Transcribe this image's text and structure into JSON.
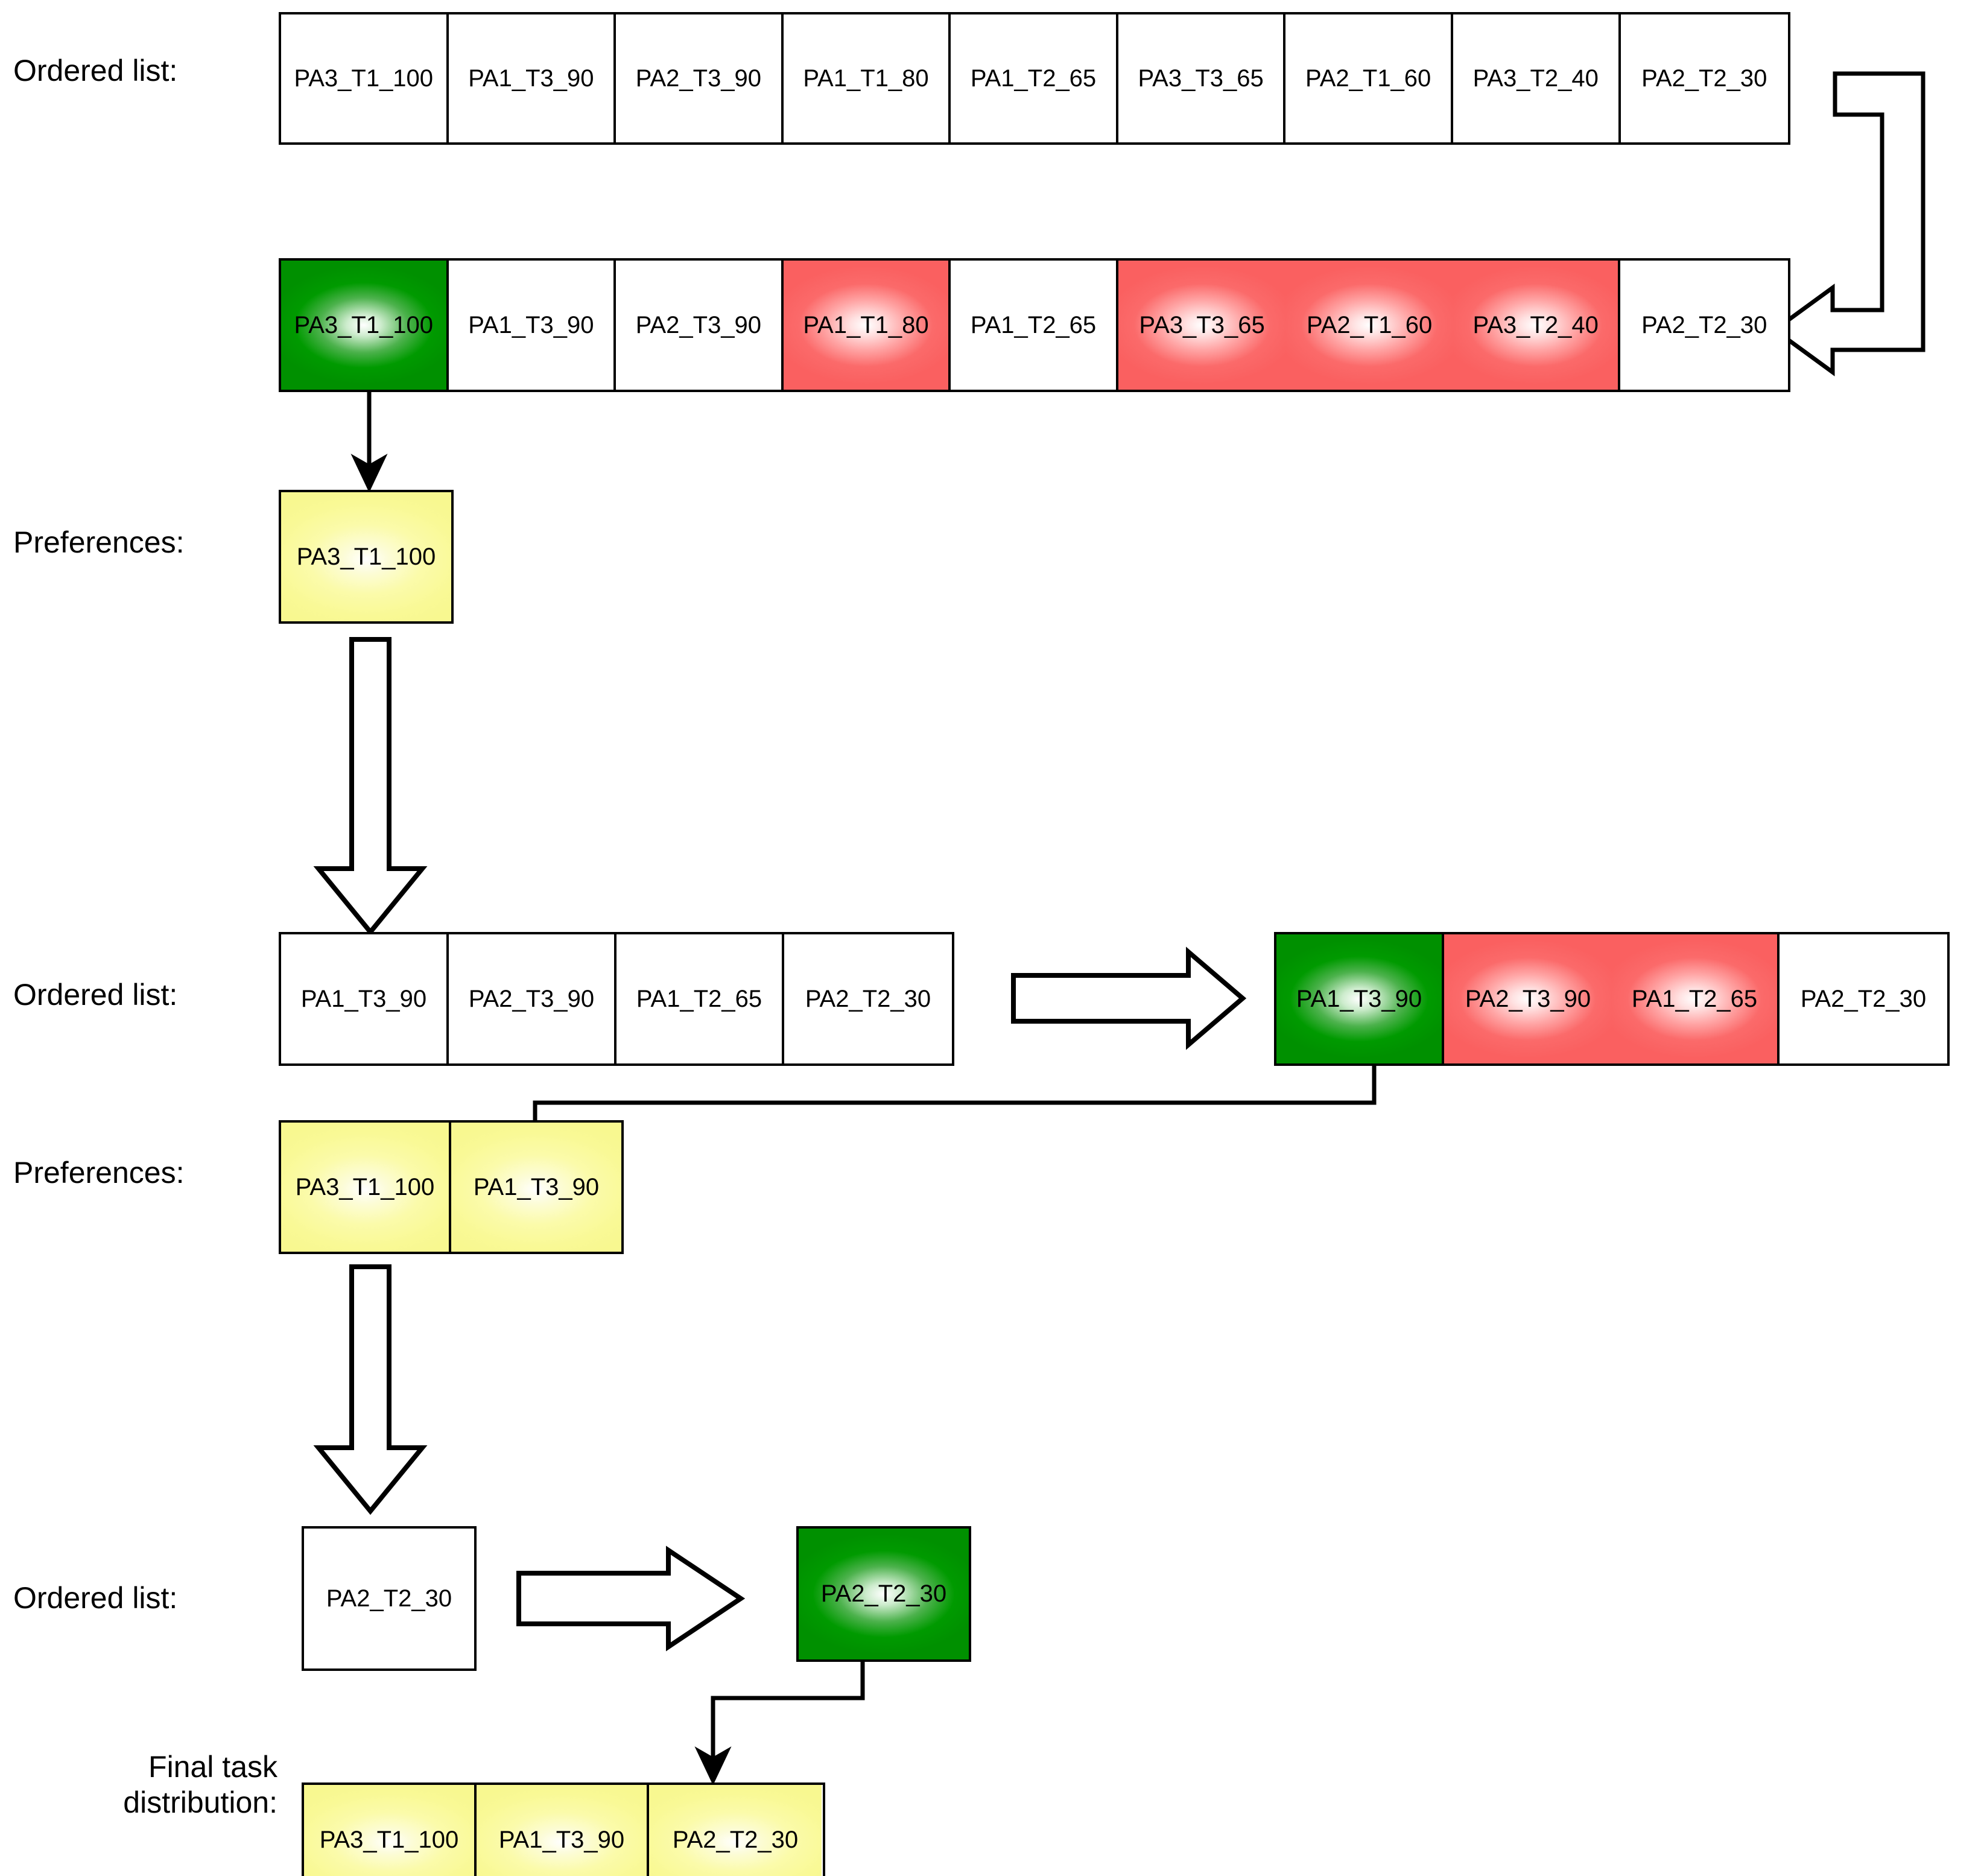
{
  "labels": {
    "ordered_list_1": "Ordered list:",
    "ordered_list_2": "Ordered list:",
    "ordered_list_3": "Ordered list:",
    "preferences_1": "Preferences:",
    "preferences_2": "Preferences:",
    "final_task_distribution": "Final task\ndistribution:"
  },
  "colors": {
    "selected_green": "#009A00",
    "rejected_red": "#FA6464",
    "preference_yellow": "#FAFA96",
    "border_black": "#000000",
    "background_white": "#FFFFFF"
  },
  "step1": {
    "ordered_list": [
      {
        "label": "PA3_T1_100",
        "state": "plain"
      },
      {
        "label": "PA1_T3_90",
        "state": "plain"
      },
      {
        "label": "PA2_T3_90",
        "state": "plain"
      },
      {
        "label": "PA1_T1_80",
        "state": "plain"
      },
      {
        "label": "PA1_T2_65",
        "state": "plain"
      },
      {
        "label": "PA3_T3_65",
        "state": "plain"
      },
      {
        "label": "PA2_T1_60",
        "state": "plain"
      },
      {
        "label": "PA3_T2_40",
        "state": "plain"
      },
      {
        "label": "PA2_T2_30",
        "state": "plain"
      }
    ],
    "marked_list": [
      {
        "label": "PA3_T1_100",
        "state": "selected"
      },
      {
        "label": "PA1_T3_90",
        "state": "plain"
      },
      {
        "label": "PA2_T3_90",
        "state": "plain"
      },
      {
        "label": "PA1_T1_80",
        "state": "removed"
      },
      {
        "label": "PA1_T2_65",
        "state": "plain"
      },
      {
        "label": "PA3_T3_65",
        "state": "removed"
      },
      {
        "label": "PA2_T1_60",
        "state": "removed"
      },
      {
        "label": "PA3_T2_40",
        "state": "removed"
      },
      {
        "label": "PA2_T2_30",
        "state": "plain"
      }
    ],
    "preferences": [
      {
        "label": "PA3_T1_100",
        "state": "preference"
      }
    ]
  },
  "step2": {
    "ordered_list": [
      {
        "label": "PA1_T3_90",
        "state": "plain"
      },
      {
        "label": "PA2_T3_90",
        "state": "plain"
      },
      {
        "label": "PA1_T2_65",
        "state": "plain"
      },
      {
        "label": "PA2_T2_30",
        "state": "plain"
      }
    ],
    "marked_list": [
      {
        "label": "PA1_T3_90",
        "state": "selected"
      },
      {
        "label": "PA2_T3_90",
        "state": "removed"
      },
      {
        "label": "PA1_T2_65",
        "state": "removed"
      },
      {
        "label": "PA2_T2_30",
        "state": "plain"
      }
    ],
    "preferences": [
      {
        "label": "PA3_T1_100",
        "state": "preference"
      },
      {
        "label": "PA1_T3_90",
        "state": "preference"
      }
    ]
  },
  "step3": {
    "ordered_list": [
      {
        "label": "PA2_T2_30",
        "state": "plain"
      }
    ],
    "marked_list": [
      {
        "label": "PA2_T2_30",
        "state": "selected"
      }
    ]
  },
  "final": {
    "distribution": [
      {
        "label": "PA3_T1_100",
        "state": "preference"
      },
      {
        "label": "PA1_T3_90",
        "state": "preference"
      },
      {
        "label": "PA2_T2_30",
        "state": "preference"
      }
    ]
  },
  "arrows": {
    "loop_back": "loop-back-arrow",
    "select_down_1": "select-arrow-down",
    "block_down_1": "block-arrow-down",
    "block_right_1": "block-arrow-right",
    "select_elbow_2": "elbow-arrow",
    "block_down_2": "block-arrow-down",
    "block_right_2": "block-arrow-right",
    "select_elbow_3": "elbow-arrow"
  }
}
